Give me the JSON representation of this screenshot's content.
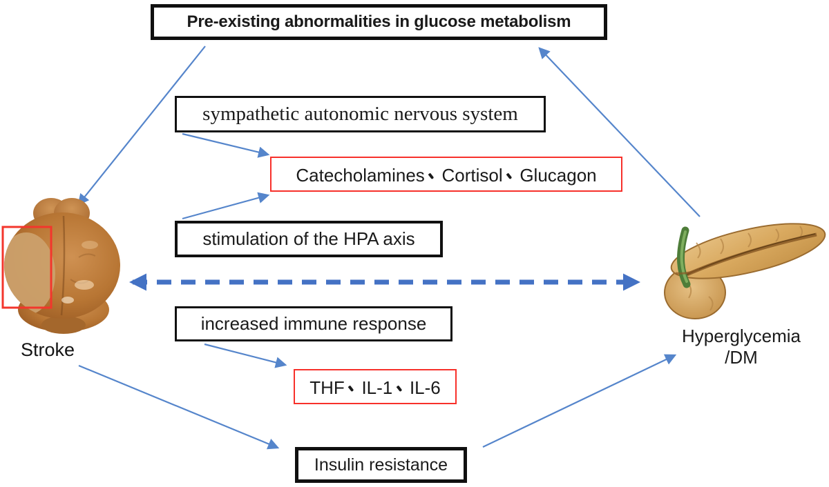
{
  "colors": {
    "arrow_blue": "#5585cb",
    "dashed_arrow_blue": "#4472c4",
    "highlight_red": "#f7302a",
    "border_black": "#101010",
    "text": "#1a1a1a",
    "background": "#ffffff"
  },
  "boxes": {
    "preexisting": "Pre-existing abnormalities in glucose metabolism",
    "sympathetic": "sympathetic autonomic nervous system",
    "hpa": "stimulation of the HPA axis",
    "immune": "increased immune response",
    "insulin": "Insulin resistance"
  },
  "mediator_boxes": {
    "hormones": {
      "items": [
        "Catecholamines",
        "Cortisol",
        "Glucagon"
      ],
      "separator": "、"
    },
    "cytokines": {
      "items": [
        "THF",
        "IL-1",
        "IL-6"
      ],
      "separator": "、"
    }
  },
  "labels": {
    "stroke": "Stroke",
    "hyperglycemia_line1": "Hyperglycemia",
    "hyperglycemia_line2": "/DM"
  },
  "images": {
    "brain": "rodent-brain-photo-with-red-infarct-outline",
    "pancreas": "pancreas-anatomical-illustration"
  },
  "connections": [
    {
      "from": "preexisting-box",
      "to": "brain-stroke",
      "style": "solid-arrow"
    },
    {
      "from": "pancreas-hyperglycemia",
      "to": "preexisting-box",
      "style": "solid-arrow"
    },
    {
      "from": "sympathetic-box",
      "to": "hormones-box",
      "style": "solid-arrow"
    },
    {
      "from": "hpa-box",
      "to": "hormones-box",
      "style": "solid-arrow"
    },
    {
      "from": "brain-stroke",
      "to": "pancreas-hyperglycemia",
      "style": "dashed-double-arrow"
    },
    {
      "from": "immune-box",
      "to": "cytokines-box",
      "style": "solid-arrow"
    },
    {
      "from": "stroke-label",
      "to": "insulin-box",
      "style": "solid-arrow"
    },
    {
      "from": "insulin-box",
      "to": "hyperglycemia-label",
      "style": "solid-arrow"
    }
  ]
}
